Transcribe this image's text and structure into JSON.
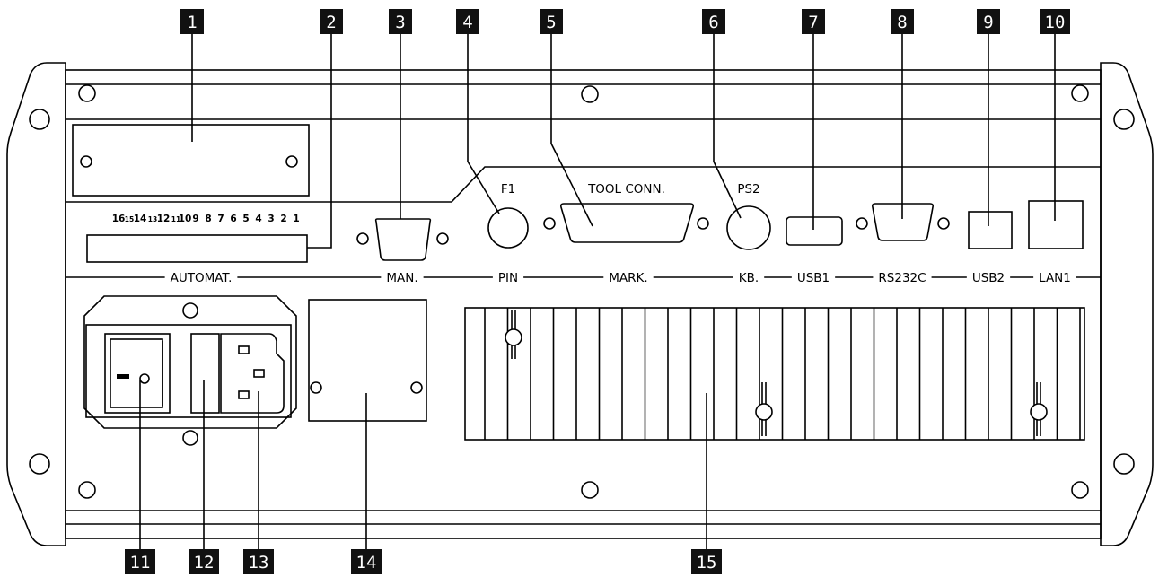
{
  "callouts_top": [
    "1",
    "2",
    "3",
    "4",
    "5",
    "6",
    "7",
    "8",
    "9",
    "10"
  ],
  "callouts_bottom": [
    "11",
    "12",
    "13",
    "14",
    "15"
  ],
  "port_labels": {
    "f1": "F1",
    "tool_conn": "TOOL CONN.",
    "ps2": "PS2"
  },
  "automat_pins": [
    "16",
    "15",
    "14",
    "13",
    "12",
    "11",
    "10",
    "9",
    "8",
    "7",
    "6",
    "5",
    "4",
    "3",
    "2",
    "1"
  ],
  "section_labels": {
    "automat": "AUTOMAT.",
    "man": "MAN.",
    "pin": "PIN",
    "mark": "MARK.",
    "kb": "KB.",
    "usb1": "USB1",
    "rs232c": "RS232C",
    "usb2": "USB2",
    "lan1": "LAN1"
  },
  "colors": {
    "line": "#000000",
    "background": "#ffffff",
    "callout_fill": "#111111",
    "callout_text": "#ffffff"
  }
}
